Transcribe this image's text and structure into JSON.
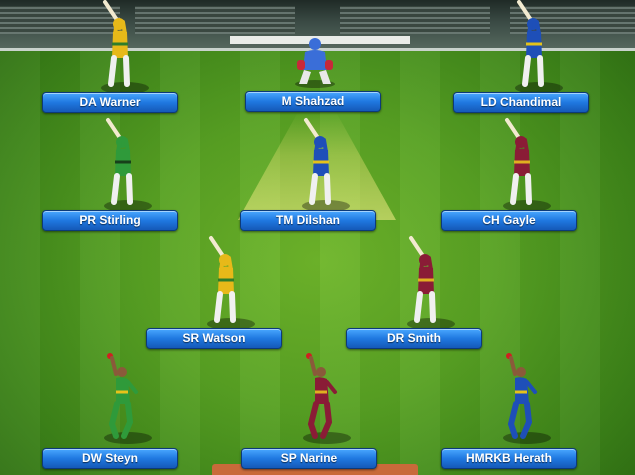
{
  "players": [
    {
      "name": "DA Warner",
      "kit": "#e7b919",
      "trim": "#2f7d2a",
      "role": "batsman"
    },
    {
      "name": "M Shahzad",
      "kit": "#3a6ed8",
      "trim": "#c8283a",
      "role": "keeper"
    },
    {
      "name": "LD Chandimal",
      "kit": "#1e4fb8",
      "trim": "#e4c21a",
      "role": "batsman"
    },
    {
      "name": "PR Stirling",
      "kit": "#2f9a3a",
      "trim": "#17401a",
      "role": "batsman"
    },
    {
      "name": "TM Dilshan",
      "kit": "#1e4fb8",
      "trim": "#e4c21a",
      "role": "batsman"
    },
    {
      "name": "CH Gayle",
      "kit": "#8a1c36",
      "trim": "#e0b020",
      "role": "batsman"
    },
    {
      "name": "SR Watson",
      "kit": "#e7b919",
      "trim": "#2f7d2a",
      "role": "batsman"
    },
    {
      "name": "DR Smith",
      "kit": "#8a1c36",
      "trim": "#e0b020",
      "role": "batsman"
    },
    {
      "name": "DW Steyn",
      "kit": "#2f9a3a",
      "trim": "#e7c21a",
      "role": "bowler"
    },
    {
      "name": "SP Narine",
      "kit": "#8a1c36",
      "trim": "#e0b020",
      "role": "bowler"
    },
    {
      "name": "HMRKB Herath",
      "kit": "#1e4fb8",
      "trim": "#e4c21a",
      "role": "bowler"
    }
  ]
}
